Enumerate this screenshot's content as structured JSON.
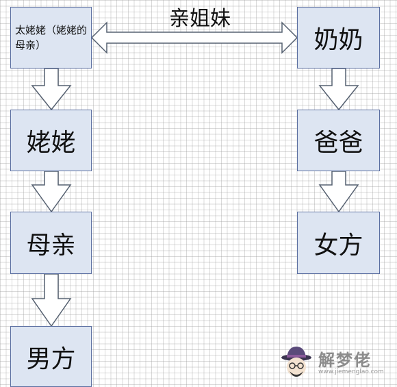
{
  "header": {
    "relation_label": "亲姐妹"
  },
  "left_column": {
    "great_grandmother": "太姥姥（姥姥的母亲）",
    "grandmother": "姥姥",
    "mother": "母亲",
    "male_side": "男方"
  },
  "right_column": {
    "grandmother": "奶奶",
    "father": "爸爸",
    "female_side": "女方"
  },
  "watermark": {
    "name": "解梦佬",
    "url": "www.jiemenglao.com",
    "icon": "detective-avatar-icon"
  },
  "colors": {
    "box_fill": "#dde5f2",
    "box_border": "#5a6ea0",
    "arrow_fill": "#ffffff",
    "arrow_stroke": "#556070"
  }
}
